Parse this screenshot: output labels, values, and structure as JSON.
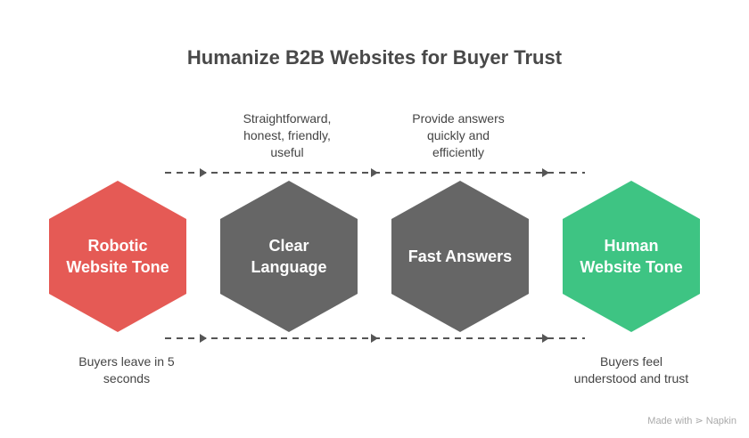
{
  "title": "Humanize B2B Websites for Buyer Trust",
  "steps": [
    {
      "label_1": "Robotic",
      "label_2": "Website Tone",
      "color": "#E55A55"
    },
    {
      "label_1": "Clear",
      "label_2": "Language",
      "color": "#666666"
    },
    {
      "label_1": "Fast Answers",
      "label_2": "",
      "color": "#666666"
    },
    {
      "label_1": "Human",
      "label_2": "Website Tone",
      "color": "#3EC483"
    }
  ],
  "top_notes": [
    {
      "lines": [
        "Straightforward,",
        "honest, friendly,",
        "useful"
      ]
    },
    {
      "lines": [
        "Provide answers",
        "quickly and",
        "efficiently"
      ]
    }
  ],
  "bottom_notes": [
    {
      "lines": [
        "Buyers leave in 5",
        "seconds"
      ]
    },
    {
      "lines": [
        "Buyers feel",
        "understood and trust"
      ]
    }
  ],
  "branding": "Made with ⋗ Napkin"
}
